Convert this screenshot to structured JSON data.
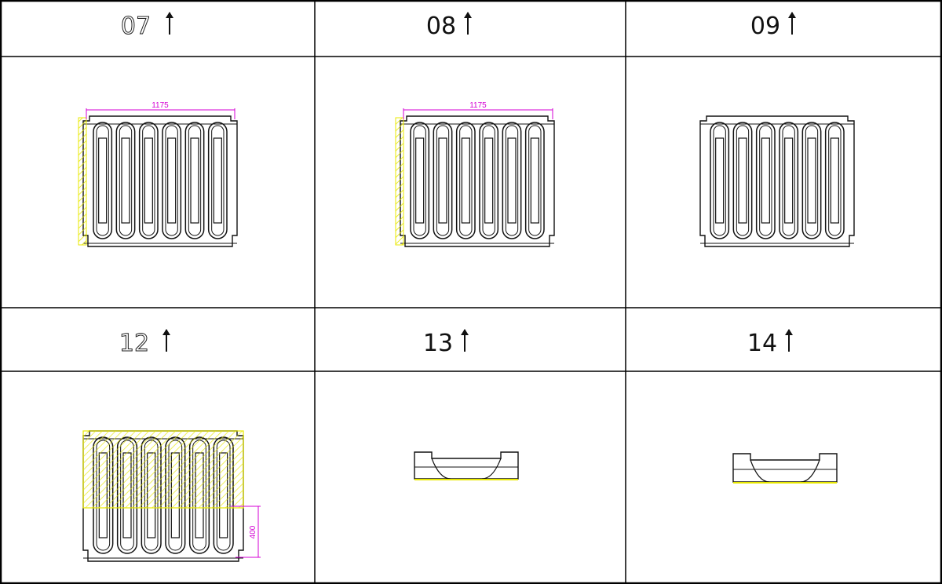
{
  "cells": [
    {
      "label": "07",
      "variant": "full",
      "hatch_side": true,
      "hatch_full": false,
      "dim_width": "1175",
      "dim_height": ""
    },
    {
      "label": "08",
      "variant": "full",
      "hatch_side": true,
      "hatch_full": false,
      "dim_width": "1175",
      "dim_height": ""
    },
    {
      "label": "09",
      "variant": "full",
      "hatch_side": false,
      "hatch_full": false,
      "dim_width": "",
      "dim_height": ""
    },
    {
      "label": "12",
      "variant": "full",
      "hatch_side": false,
      "hatch_full": true,
      "dim_width": "",
      "dim_height": "400"
    },
    {
      "label": "13",
      "variant": "bracket",
      "hatch_side": false,
      "hatch_full": false,
      "dim_width": "",
      "dim_height": ""
    },
    {
      "label": "14",
      "variant": "bracket",
      "hatch_side": false,
      "hatch_full": false,
      "dim_width": "",
      "dim_height": ""
    }
  ],
  "colors": {
    "grid": "#000000",
    "drawing": "#111111",
    "hatch": "#e8e800",
    "dimension": "#d400d4"
  },
  "icons": {
    "arrow": "up-arrow-icon"
  }
}
